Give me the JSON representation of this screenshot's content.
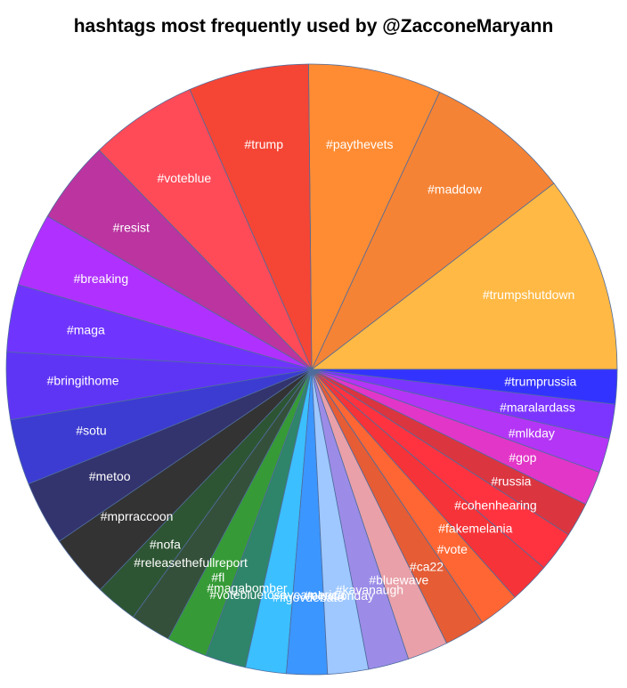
{
  "chart_data": {
    "type": "pie",
    "title": "hashtags most frequently used by @ZacconeMaryann",
    "slices": [
      {
        "label": "#trumpshutdown",
        "value": 12.6,
        "color": "#FFB944"
      },
      {
        "label": "#maddow",
        "value": 9.3,
        "color": "#F58335"
      },
      {
        "label": "#paythevets",
        "value": 8.5,
        "color": "#FF8C33"
      },
      {
        "label": "#trump",
        "value": 7.7,
        "color": "#F54535"
      },
      {
        "label": "#voteblue",
        "value": 6.9,
        "color": "#FF4B58"
      },
      {
        "label": "#resist",
        "value": 5.3,
        "color": "#BB34A0"
      },
      {
        "label": "#breaking",
        "value": 4.7,
        "color": "#B031FF"
      },
      {
        "label": "#maga",
        "value": 4.3,
        "color": "#6F35FF"
      },
      {
        "label": "#bringithome",
        "value": 4.3,
        "color": "#5F35F5"
      },
      {
        "label": "#sotu",
        "value": 4.2,
        "color": "#3C3CD2"
      },
      {
        "label": "#metoo",
        "value": 4.1,
        "color": "#33336E"
      },
      {
        "label": "#mprraccoon",
        "value": 4.0,
        "color": "#333333"
      },
      {
        "label": "#nofa",
        "value": 2.7,
        "color": "#2E5533"
      },
      {
        "label": "#releasethefullreport",
        "value": 2.6,
        "color": "#35503A"
      },
      {
        "label": "#fl",
        "value": 2.6,
        "color": "#369B36"
      },
      {
        "label": "#magabomber",
        "value": 2.6,
        "color": "#2F8569"
      },
      {
        "label": "#votebluetosaveamerica",
        "value": 2.6,
        "color": "#3BBFFF"
      },
      {
        "label": "#flgovdebate",
        "value": 2.6,
        "color": "#3C96FF"
      },
      {
        "label": "#electionday",
        "value": 2.6,
        "color": "#9EC8FF"
      },
      {
        "label": "#kavanaugh",
        "value": 2.6,
        "color": "#9C8CE8"
      },
      {
        "label": "#bluewave",
        "value": 2.6,
        "color": "#E9A0A8"
      },
      {
        "label": "#ca22",
        "value": 2.6,
        "color": "#E55C35"
      },
      {
        "label": "#vote",
        "value": 2.6,
        "color": "#FF6633"
      },
      {
        "label": "#fakemelania",
        "value": 2.6,
        "color": "#F53338"
      },
      {
        "label": "#cohenhearing",
        "value": 2.6,
        "color": "#FF3340"
      },
      {
        "label": "#russia",
        "value": 2.2,
        "color": "#DB3540"
      },
      {
        "label": "#gop",
        "value": 2.2,
        "color": "#E236C8"
      },
      {
        "label": "#mlkday",
        "value": 2.2,
        "color": "#B435F5"
      },
      {
        "label": "#maralardass",
        "value": 2.2,
        "color": "#7C35FF"
      },
      {
        "label": "#trumprussia",
        "value": 2.2,
        "color": "#3333FF"
      }
    ],
    "start": "3 o'clock",
    "direction": "counterclockwise",
    "legend": "none",
    "border_color": "#4F6C9C"
  }
}
